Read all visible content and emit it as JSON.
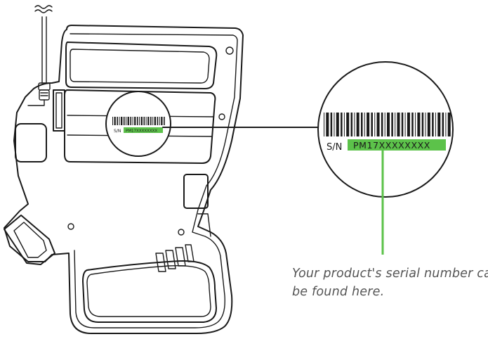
{
  "callout": {
    "sn_label": "S/N",
    "serial": "PM17XXXXXXXX",
    "small_sn_label": "S/N",
    "small_serial": "PM17XXXXXXXX",
    "caption_line1": "Your product's serial number can",
    "caption_line2": "be found here."
  },
  "colors": {
    "highlight": "#5cc24a",
    "leader": "#5cc24a",
    "outline": "#1a1a1a"
  }
}
